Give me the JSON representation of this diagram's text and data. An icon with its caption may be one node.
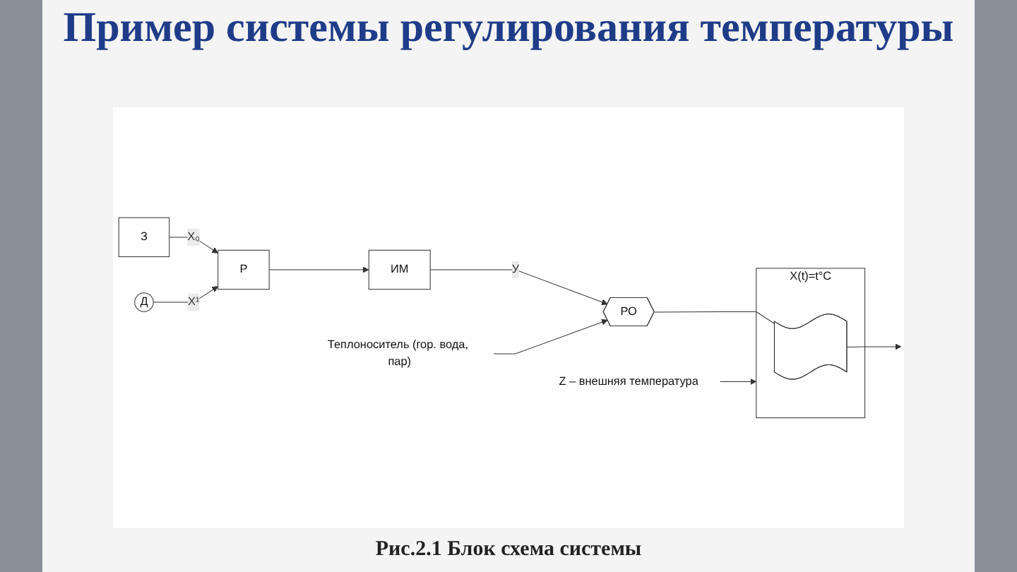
{
  "diagram": {
    "title": "Пример системы регулирования температуры",
    "caption": "Рис.2.1 Блок схема системы",
    "nodes": [
      {
        "text": [
          "З"
        ]
      },
      {
        "text": [
          "Р"
        ]
      },
      {
        "text": [
          "Д"
        ]
      },
      {
        "text": [
          "X(t)=t°C"
        ]
      },
      {
        "text": [],
        "shape": "coil",
        "in": 3
      },
      {
        "text": [
          "Z – внешняя температура"
        ]
      },
      {
        "text": [
          "ИМ"
        ]
      },
      {
        "text": [
          "РО"
        ]
      },
      {
        "text": [
          "Теплоноситель (гор. вода, пар)"
        ]
      }
    ],
    "edges": [
      {
        "from": 0,
        "to": 1,
        "arrow": "to",
        "label": "X₀"
      },
      {
        "from": 2,
        "to": 1,
        "arrow": "to",
        "label": "X¹"
      },
      {
        "from": 1,
        "to": 6,
        "arrow": "to"
      },
      {
        "from": 6,
        "to": 7,
        "arrow": "to",
        "label": "У"
      },
      {
        "from": 8,
        "to": 7,
        "arrow": "to"
      },
      {
        "from": 7,
        "to": 4,
        "arrow": "none"
      },
      {
        "from": 4,
        "to": null,
        "arrow": "to"
      },
      {
        "from": 5,
        "to": 3,
        "arrow": "to"
      }
    ]
  }
}
